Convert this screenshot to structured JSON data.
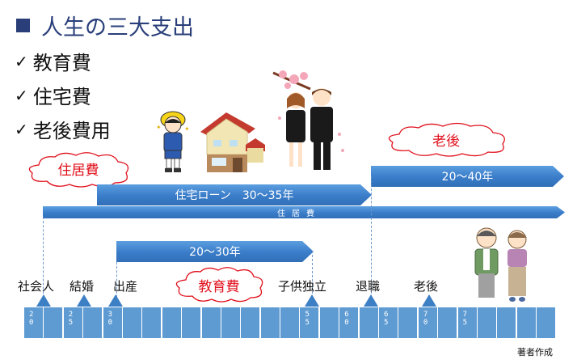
{
  "title": "人生の三大支出",
  "bullets": [
    {
      "label": "教育費"
    },
    {
      "label": "住宅費"
    },
    {
      "label": "老後費用"
    }
  ],
  "clouds": {
    "housing": "住居費",
    "retirement": "老後",
    "education": "教育費"
  },
  "arrows": {
    "retirement_period": "20〜40年",
    "mortgage": "住宅ローン　30〜35年",
    "housing_cost": "住居費",
    "education_period": "20〜30年"
  },
  "events": [
    {
      "label": "社会人",
      "age": 20
    },
    {
      "label": "結婚",
      "age": 25
    },
    {
      "label": "出産",
      "age": 30
    },
    {
      "label": "子供独立",
      "age": 55
    },
    {
      "label": "退職",
      "age": 60
    },
    {
      "label": "老後",
      "age": 70
    }
  ],
  "age_axis": {
    "cell_years": 2.5,
    "cells": [
      "20",
      "",
      "25",
      "",
      "30",
      "",
      "",
      "",
      "",
      "",
      "",
      "",
      "",
      "",
      "55",
      "",
      "60",
      "",
      "65",
      "",
      "70",
      "",
      "75",
      "",
      "",
      "",
      ""
    ]
  },
  "credit": "著者作成",
  "colors": {
    "title": "#2a3f7a",
    "arrow": "#3a7cc8",
    "grid": "#5e9bd2",
    "cloud_text": "#e0101c"
  }
}
